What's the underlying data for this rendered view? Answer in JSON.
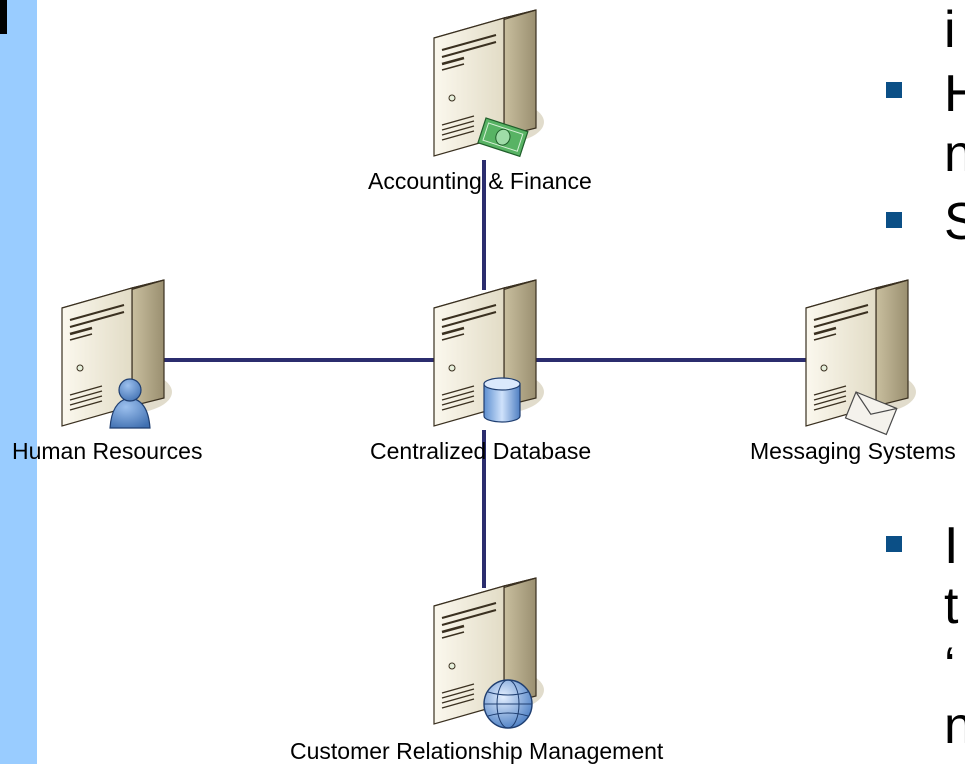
{
  "diagram": {
    "hub": {
      "label": "Centralized Database",
      "badge": "database-icon"
    },
    "nodes": [
      {
        "id": "accounting",
        "label": "Accounting & Finance",
        "badge": "money-icon"
      },
      {
        "id": "hr",
        "label": "Human Resources",
        "badge": "user-icon"
      },
      {
        "id": "messaging",
        "label": "Messaging Systems",
        "badge": "envelope-icon"
      },
      {
        "id": "crm",
        "label": "Customer Relationship Management",
        "badge": "globe-icon"
      }
    ],
    "connections": [
      [
        "hub",
        "accounting"
      ],
      [
        "hub",
        "hr"
      ],
      [
        "hub",
        "messaging"
      ],
      [
        "hub",
        "crm"
      ]
    ]
  },
  "slide_text_fragments": [
    "i",
    "H",
    "n",
    "S",
    "I",
    "t",
    "‘",
    "n"
  ],
  "colors": {
    "sidebar": "#99ccff",
    "connector": "#2b2d6e",
    "bullet": "#0b4f86",
    "server_body": "#efe9d5",
    "server_side": "#b8ad90"
  }
}
